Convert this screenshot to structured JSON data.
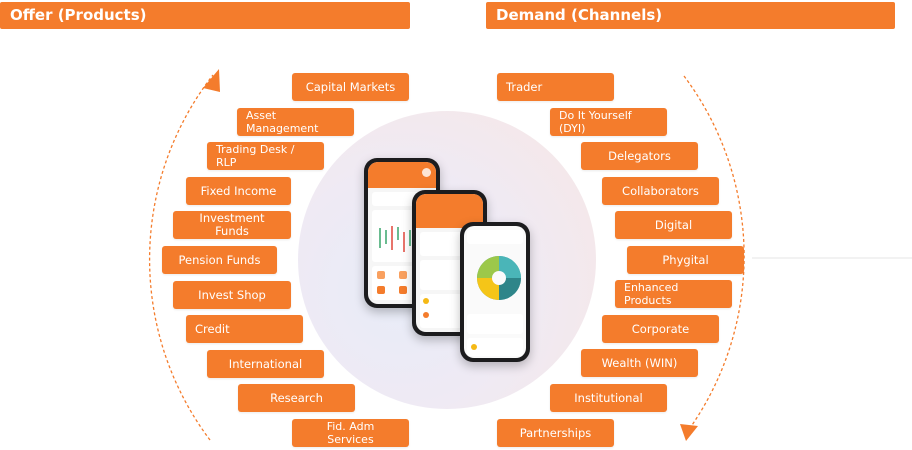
{
  "headers": {
    "offer": "Offer (Products)",
    "demand": "Demand (Channels)"
  },
  "offer_items": [
    {
      "label": "Capital Markets"
    },
    {
      "label": "Asset\nManagement"
    },
    {
      "label": "Trading Desk /\nRLP"
    },
    {
      "label": "Fixed Income"
    },
    {
      "label": "Investment Funds"
    },
    {
      "label": "Pension Funds"
    },
    {
      "label": "Invest Shop"
    },
    {
      "label": "Credit"
    },
    {
      "label": "International"
    },
    {
      "label": "Research"
    },
    {
      "label": "Fid. Adm\nServices"
    }
  ],
  "demand_items": [
    {
      "label": "Trader"
    },
    {
      "label": "Do It Yourself\n(DYI)"
    },
    {
      "label": "Delegators"
    },
    {
      "label": "Collaborators"
    },
    {
      "label": "Digital"
    },
    {
      "label": "Phygital"
    },
    {
      "label": "Enhanced\nProducts"
    },
    {
      "label": "Corporate"
    },
    {
      "label": "Wealth (WIN)"
    },
    {
      "label": "Institutional"
    },
    {
      "label": "Partnerships"
    }
  ],
  "colors": {
    "accent": "#f47c2c",
    "arc": "#f47c2c"
  }
}
